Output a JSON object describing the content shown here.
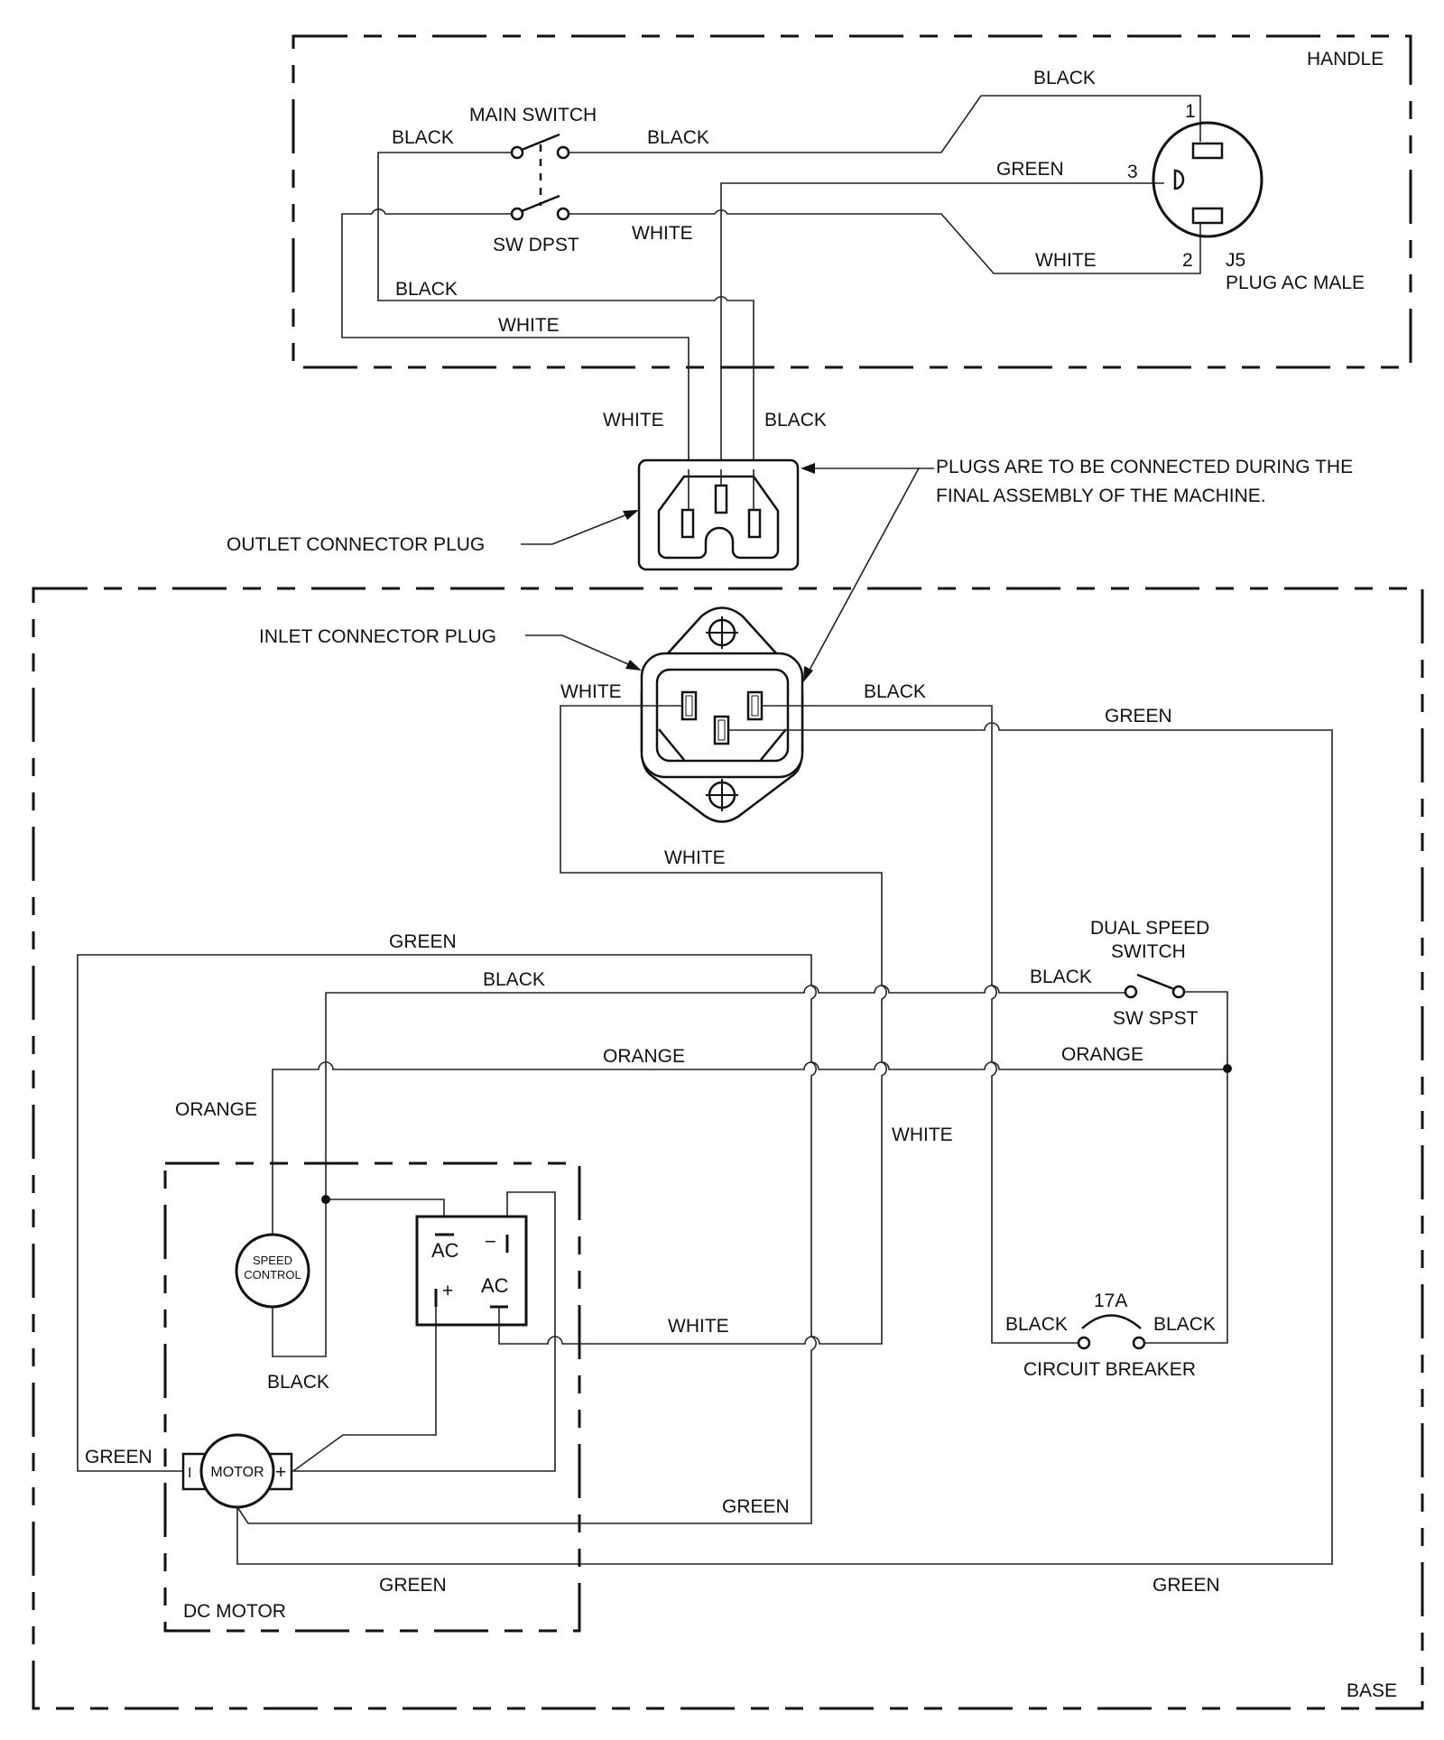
{
  "diagram": {
    "regions": {
      "handle": "HANDLE",
      "base": "BASE",
      "dc_motor": "DC MOTOR"
    },
    "handle": {
      "main_switch_label": "MAIN SWITCH",
      "switch_type": "SW DPST",
      "wire_black_in": "BLACK",
      "wire_black_out": "BLACK",
      "wire_white_out": "WHITE",
      "wire_black_lower": "BLACK",
      "wire_white_lower": "WHITE",
      "plug_wire_black": "BLACK",
      "plug_wire_green": "GREEN",
      "plug_wire_white": "WHITE",
      "pin_1": "1",
      "pin_2": "2",
      "pin_3": "3",
      "plug_ref": "J5",
      "plug_name": "PLUG AC MALE"
    },
    "connectors": {
      "cable_white": "WHITE",
      "cable_black": "BLACK",
      "outlet_label": "OUTLET CONNECTOR PLUG",
      "inlet_label": "INLET CONNECTOR PLUG",
      "note_line1": "PLUGS ARE TO BE CONNECTED DURING THE",
      "note_line2": "FINAL ASSEMBLY OF THE MACHINE."
    },
    "base": {
      "inlet_white": "WHITE",
      "inlet_black": "BLACK",
      "inlet_green": "GREEN",
      "white_mid": "WHITE",
      "green_top": "GREEN",
      "black_row": "BLACK",
      "orange_row": "ORANGE",
      "orange_left": "ORANGE",
      "white_vertical": "WHITE",
      "dual_speed_line1": "DUAL SPEED",
      "dual_speed_line2": "SWITCH",
      "switch_black": "BLACK",
      "switch_type": "SW SPST",
      "switch_orange": "ORANGE",
      "breaker_rating": "17A",
      "breaker_black_left": "BLACK",
      "breaker_black_right": "BLACK",
      "breaker_label": "CIRCUIT BREAKER",
      "speed_control_line1": "SPEED",
      "speed_control_line2": "CONTROL",
      "speed_black": "BLACK",
      "rectifier_ac_top": "AC",
      "rectifier_ac_bottom": "AC",
      "rectifier_minus": "−",
      "rectifier_plus": "+",
      "white_rectifier": "WHITE",
      "motor_label": "MOTOR",
      "motor_minus": "I",
      "motor_plus": "+",
      "green_motor_left": "GREEN",
      "green_motor_mid": "GREEN",
      "green_bottom_left": "GREEN",
      "green_bottom_right": "GREEN"
    }
  }
}
